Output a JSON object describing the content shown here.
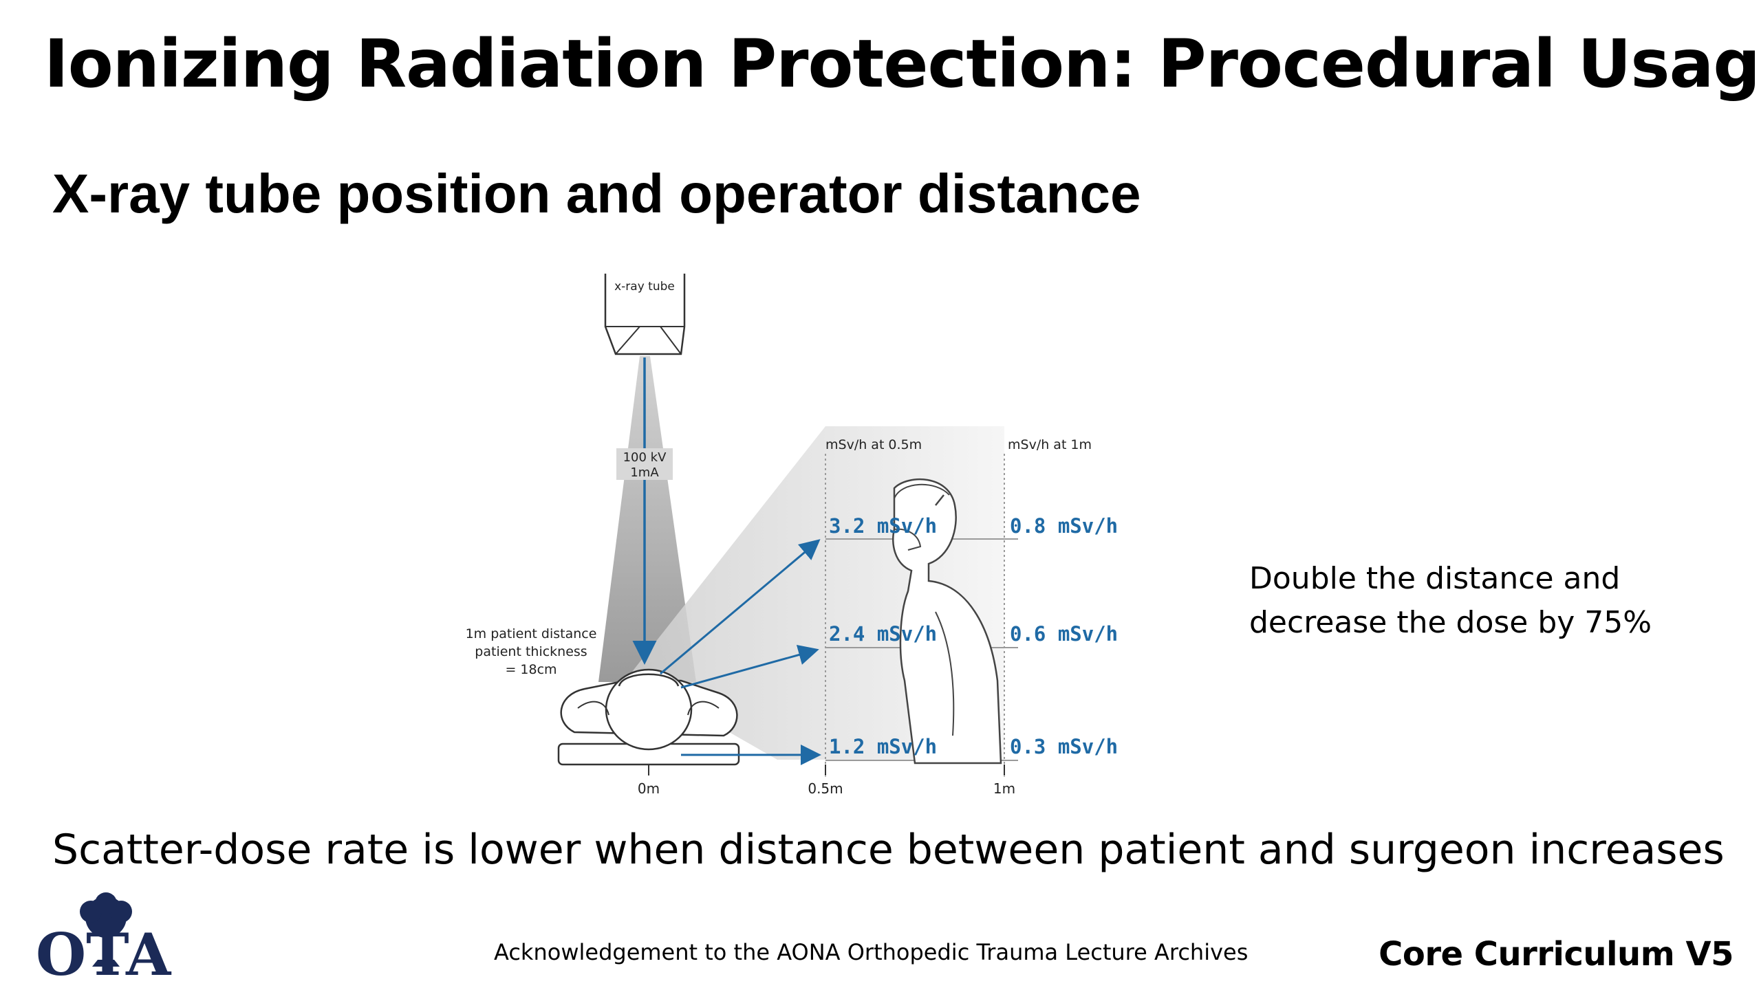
{
  "slide": {
    "title": "Ionizing Radiation Protection: Procedural Usage",
    "subtitle": "X-ray tube position and operator distance",
    "side_note": {
      "line1": "Double the distance and",
      "line2": "decrease the dose by 75%"
    },
    "caption": "Scatter-dose rate is lower when distance between patient and surgeon increases",
    "acknowledgement": "Acknowledgement to the AONA Orthopedic Trauma Lecture Archives",
    "brand": "Core Curriculum V5",
    "logo_text": "OTA"
  },
  "figure": {
    "tube_label": "x-ray tube",
    "beam_kv": "100 kV",
    "beam_ma": "1mA",
    "patient_label_1": "1m patient distance",
    "patient_label_2": "patient thickness",
    "patient_label_3": "= 18cm",
    "header_05": "mSv/h at 0.5m",
    "header_1": "mSv/h at 1m",
    "axis_0": "0m",
    "axis_05": "0.5m",
    "axis_1": "1m",
    "accent_color": "#1f6aa5",
    "dose_rows": [
      {
        "at_05m": "3.2 mSv/h",
        "at_1m": "0.8 mSv/h"
      },
      {
        "at_05m": "2.4 mSv/h",
        "at_1m": "0.6 mSv/h"
      },
      {
        "at_05m": "1.2 mSv/h",
        "at_1m": "0.3 mSv/h"
      }
    ]
  }
}
